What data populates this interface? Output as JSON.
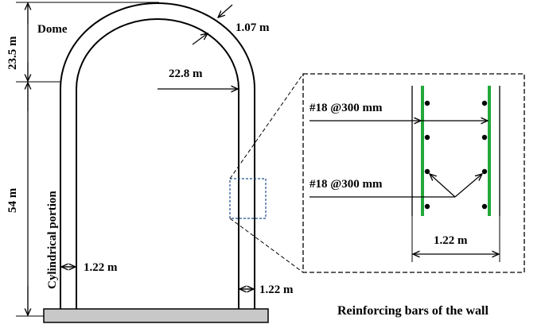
{
  "colors": {
    "line": "#000000",
    "rebar_vertical": "#22a83a",
    "detail_box": "#1f4e8c",
    "base_fill": "#c8c8c8",
    "background": "#ffffff"
  },
  "labels": {
    "dome": "Dome",
    "dome_height": "23.5 m",
    "dome_thickness": "1.07 m",
    "inner_radius": "22.8 m",
    "cylinder_height": "54 m",
    "cylindrical_portion": "Cylindrical portion",
    "wall_thickness_left": "1.22 m",
    "wall_thickness_right": "1.22 m",
    "rebar_horizontal": "#18 @300 mm",
    "rebar_vertical": "#18 @300 mm",
    "detail_wall_thickness": "1.22 m",
    "caption": "Reinforcing bars of the wall"
  }
}
